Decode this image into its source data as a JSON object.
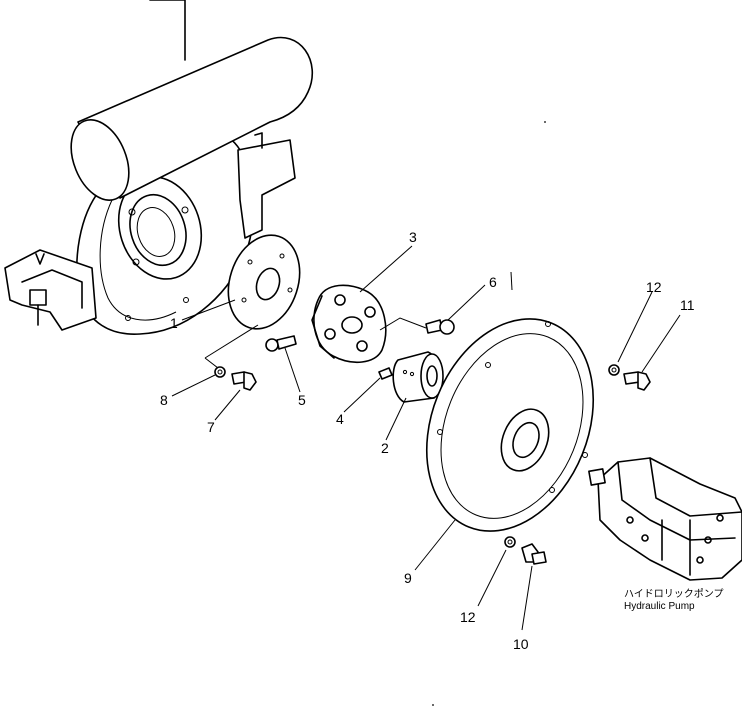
{
  "part_labels": [
    {
      "id": "1",
      "text": "1"
    },
    {
      "id": "2",
      "text": "2"
    },
    {
      "id": "3",
      "text": "3"
    },
    {
      "id": "4",
      "text": "4"
    },
    {
      "id": "5",
      "text": "5"
    },
    {
      "id": "6",
      "text": "6"
    },
    {
      "id": "7",
      "text": "7"
    },
    {
      "id": "8",
      "text": "8"
    },
    {
      "id": "9",
      "text": "9"
    },
    {
      "id": "10",
      "text": "10"
    },
    {
      "id": "11",
      "text": "11"
    },
    {
      "id": "12a",
      "text": "12"
    },
    {
      "id": "12b",
      "text": "12"
    }
  ],
  "pump_caption": {
    "japanese": "ハイドロリックポンプ",
    "english": "Hydraulic  Pump"
  }
}
